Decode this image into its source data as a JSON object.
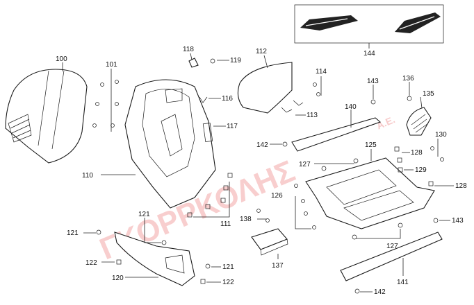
{
  "labels": {
    "p100": "100",
    "p101": "101",
    "p110": "110",
    "p111": "111",
    "p112": "112",
    "p113": "113",
    "p114": "114",
    "p116": "116",
    "p117": "117",
    "p118": "118",
    "p119": "119",
    "p120": "120",
    "p121a": "121",
    "p121b": "121",
    "p121c": "121",
    "p122a": "122",
    "p122b": "122",
    "p125": "125",
    "p126": "126",
    "p127a": "127",
    "p127b": "127",
    "p128a": "128",
    "p128b": "128",
    "p129": "129",
    "p130": "130",
    "p135": "135",
    "p136": "136",
    "p137": "137",
    "p138": "138",
    "p140": "140",
    "p141": "141",
    "p142a": "142",
    "p142b": "142",
    "p143a": "143",
    "p143b": "143",
    "p144": "144"
  },
  "watermark": {
    "main": "ΓΚΟΡΡΚΟΛΗΣ",
    "suffix": "A.E."
  }
}
